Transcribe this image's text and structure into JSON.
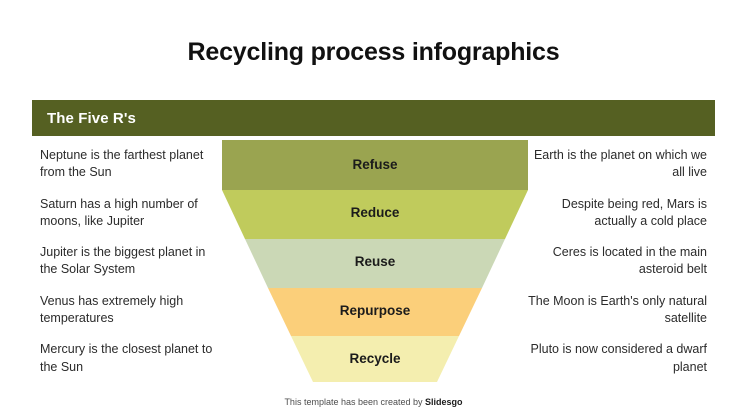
{
  "slide": {
    "title": "Recycling process infographics",
    "section_heading": "The Five R's",
    "section_bar_color": "#556022",
    "footer_prefix": "This template has been created by ",
    "footer_brand": "Slidesgo"
  },
  "chart_data": {
    "type": "funnel",
    "title": "The Five R's",
    "stages": [
      {
        "label": "Refuse",
        "color": "#9aa css",
        "fill": "#9aa450",
        "left_text": "Neptune is the farthest planet from the Sun",
        "right_text": "Earth is the planet on which we all live"
      },
      {
        "label": "Reduce",
        "fill": "#c0cb5c",
        "left_text": "Saturn has a high number of moons, like Jupiter",
        "right_text": "Despite being red, Mars is actually a cold place"
      },
      {
        "label": "Reuse",
        "fill": "#cbd8b6",
        "left_text": "Jupiter is the biggest planet in the Solar System",
        "right_text": "Ceres is located in the main asteroid belt"
      },
      {
        "label": "Repurpose",
        "fill": "#fbcf7a",
        "left_text": "Venus has extremely high temperatures",
        "right_text": "The Moon is Earth's only natural satellite"
      },
      {
        "label": "Recycle",
        "fill": "#f4eeaf",
        "left_text": "Mercury is the closest planet to the Sun",
        "right_text": "Pluto is now considered a dwarf planet"
      }
    ],
    "orientation": "inverted-pyramid",
    "stage_count": 5
  }
}
